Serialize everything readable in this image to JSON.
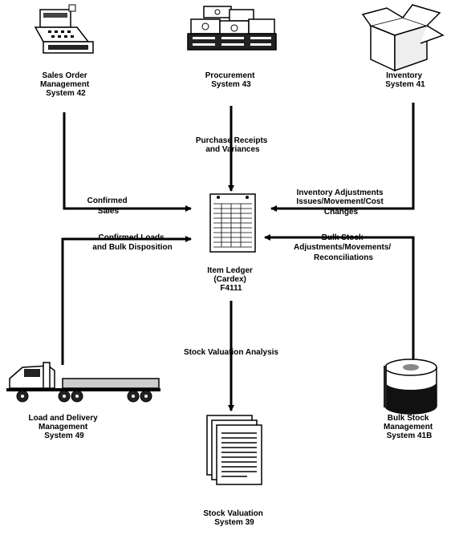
{
  "nodes": {
    "sales_order": [
      "Sales Order",
      "Management",
      "System 42"
    ],
    "procurement": [
      "Procurement",
      "System 43"
    ],
    "inventory": [
      "Inventory",
      "System 41"
    ],
    "item_ledger": [
      "Item Ledger",
      "(Cardex)",
      "F4111"
    ],
    "load_delivery": [
      "Load and Delivery",
      "Management",
      "System 49"
    ],
    "bulk_stock": [
      "Bulk Stock",
      "Management",
      "System 41B"
    ],
    "stock_valuation": [
      "Stock Valuation",
      "System 39"
    ]
  },
  "flows": {
    "purchase_receipts": [
      "Purchase Receipts",
      "and Variances"
    ],
    "confirmed_sales": [
      "Confirmed",
      "Sales"
    ],
    "inventory_adjustments": [
      "Inventory Adjustments",
      "Issues/Movement/Cost",
      "Changes"
    ],
    "confirmed_loads": [
      "Confirmed Loads",
      "and Bulk Disposition"
    ],
    "bulk_stock_adjustments": [
      "Bulk Stock",
      "Adjustments/Movements/",
      "Reconciliations"
    ],
    "stock_valuation_analysis": [
      "Stock Valuation Analysis"
    ]
  }
}
